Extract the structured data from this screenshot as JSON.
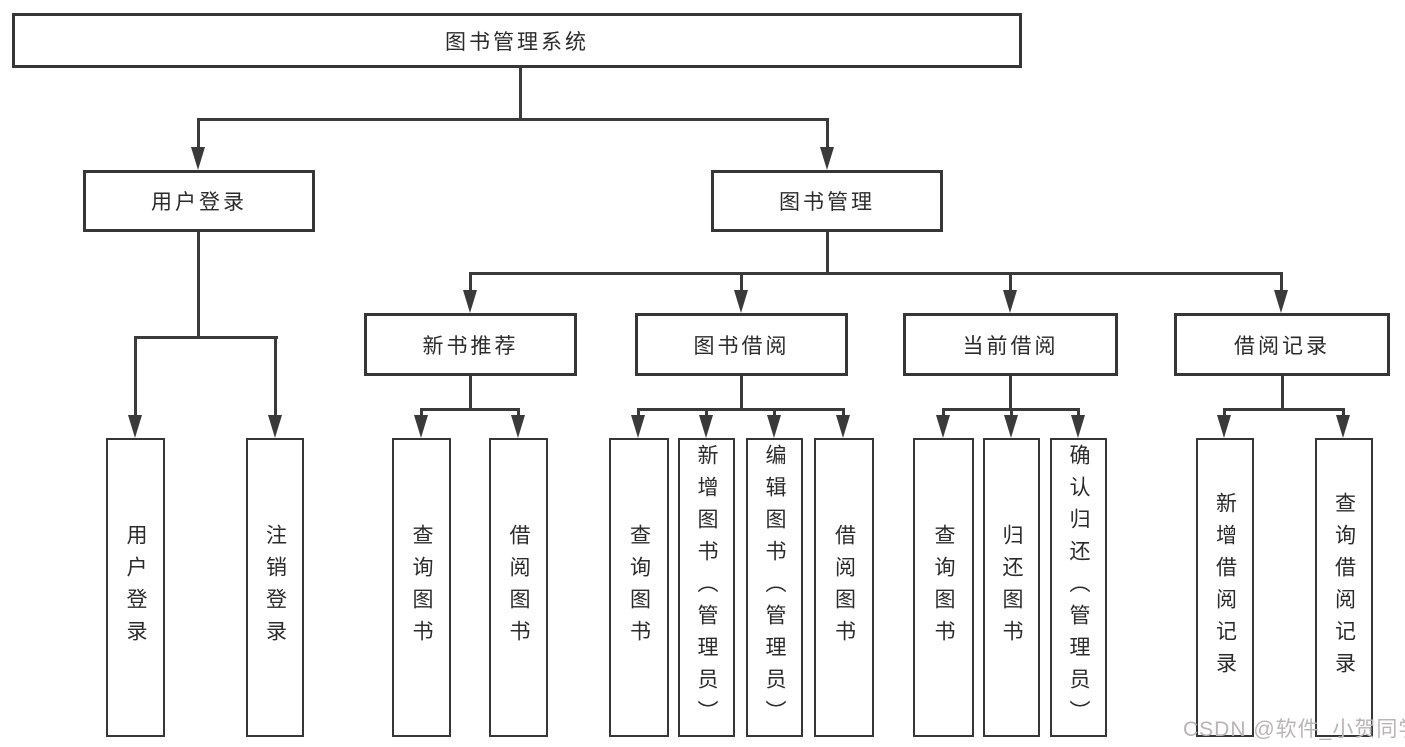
{
  "diagram": {
    "type": "tree",
    "root": {
      "label": "图书管理系统"
    },
    "level1": [
      {
        "label": "用户登录",
        "parent": "图书管理系统"
      },
      {
        "label": "图书管理",
        "parent": "图书管理系统"
      }
    ],
    "level2": [
      {
        "label": "新书推荐",
        "parent": "图书管理"
      },
      {
        "label": "图书借阅",
        "parent": "图书管理"
      },
      {
        "label": "当前借阅",
        "parent": "图书管理"
      },
      {
        "label": "借阅记录",
        "parent": "图书管理"
      }
    ],
    "leaves": [
      {
        "label": "用户登录",
        "parent": "用户登录"
      },
      {
        "label": "注销登录",
        "parent": "用户登录"
      },
      {
        "label": "查询图书",
        "parent": "新书推荐"
      },
      {
        "label": "借阅图书",
        "parent": "新书推荐"
      },
      {
        "label": "查询图书",
        "parent": "图书借阅"
      },
      {
        "label": "新增图书（管理员）",
        "parent": "图书借阅"
      },
      {
        "label": "编辑图书（管理员）",
        "parent": "图书借阅"
      },
      {
        "label": "借阅图书",
        "parent": "图书借阅"
      },
      {
        "label": "查询图书",
        "parent": "当前借阅"
      },
      {
        "label": "归还图书",
        "parent": "当前借阅"
      },
      {
        "label": "确认归还（管理员）",
        "parent": "当前借阅"
      },
      {
        "label": "新增借阅记录",
        "parent": "借阅记录"
      },
      {
        "label": "查询借阅记录",
        "parent": "借阅记录"
      }
    ],
    "watermark": "CSDN @软件_小贺同学",
    "colors": {
      "line": "#3a3a3a",
      "text": "#2b2b2b",
      "background": "#ffffff",
      "watermark": "#b8b5b5"
    }
  }
}
